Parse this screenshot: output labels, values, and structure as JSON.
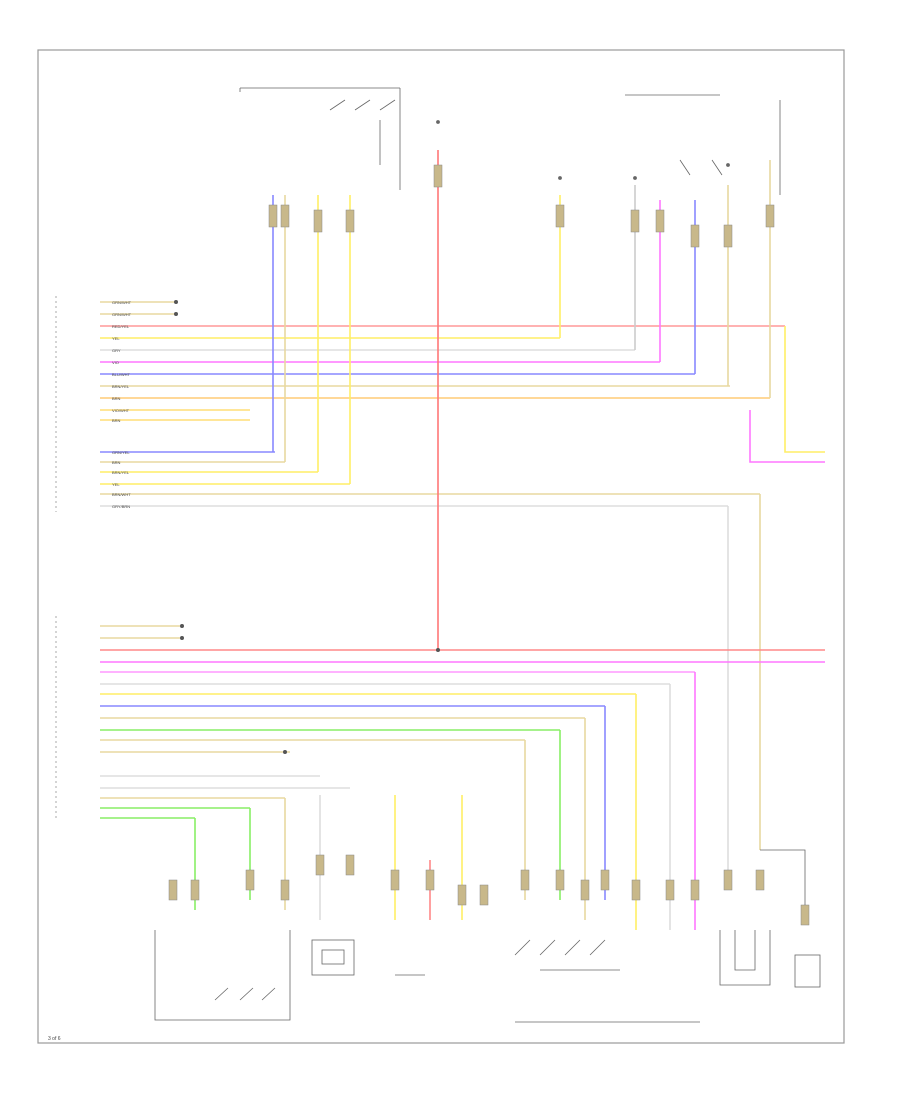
{
  "diagram": {
    "page_number": "3 of 6",
    "colors": {
      "red": "#ff8080",
      "yellow": "#ffee66",
      "magenta": "#ff66ff",
      "blue": "#7777ff",
      "green": "#88ee66",
      "tan": "#e8d8a0",
      "orange": "#ffbb66",
      "gray": "#c8c8c8",
      "frame": "#999999"
    },
    "wire_colors": [
      "GRN/WHT",
      "GRN/WHT",
      "RED/YEL",
      "YEL",
      "GRY",
      "VIO",
      "BLU/WHT",
      "BRN/YEL",
      "BRN",
      "VIO/WHT",
      "BRN",
      "GRN/YEL",
      "BRN",
      "BRN/YEL",
      "YEL",
      "BRN/WHT",
      "GRY/BRN"
    ]
  }
}
